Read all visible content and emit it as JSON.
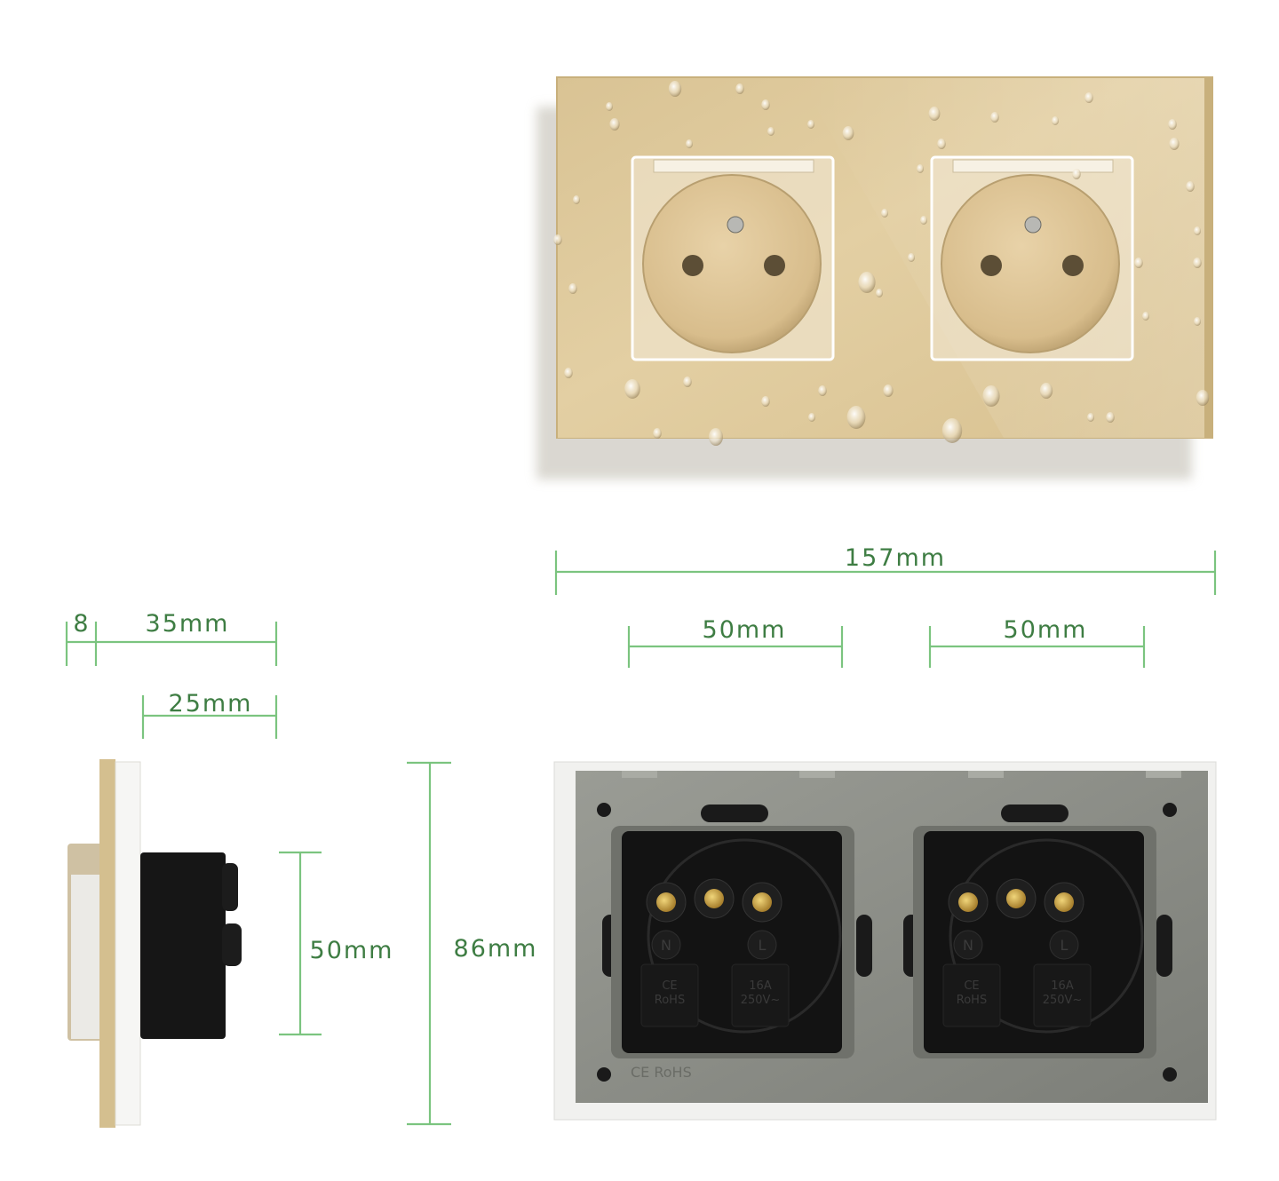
{
  "colors": {
    "background": "#ffffff",
    "dimension_line": "#7bc47f",
    "dimension_text": "#3e7d43",
    "glass_gold": "#e0cb9c",
    "socket_insert": "#ddc396",
    "back_frame": "#8d8f88",
    "module_body": "#141414",
    "terminal_brass": "#c9a247"
  },
  "views": {
    "front": {
      "name": "front-view-gold-glass-double-socket"
    },
    "back": {
      "name": "back-view-double-socket-modules"
    },
    "side": {
      "name": "side-profile-view"
    }
  },
  "dimensions": {
    "total_width": "157mm",
    "socket_left_width": "50mm",
    "socket_right_width": "50mm",
    "panel_height": "86mm",
    "module_height": "50mm",
    "plate_thickness": "8",
    "total_depth": "35mm",
    "module_depth": "25mm"
  },
  "back_markings": {
    "neutral": "N",
    "live": "L",
    "cert": "CE\nRoHS",
    "rating": "16A\n250V~",
    "frame": "CE RoHS"
  }
}
